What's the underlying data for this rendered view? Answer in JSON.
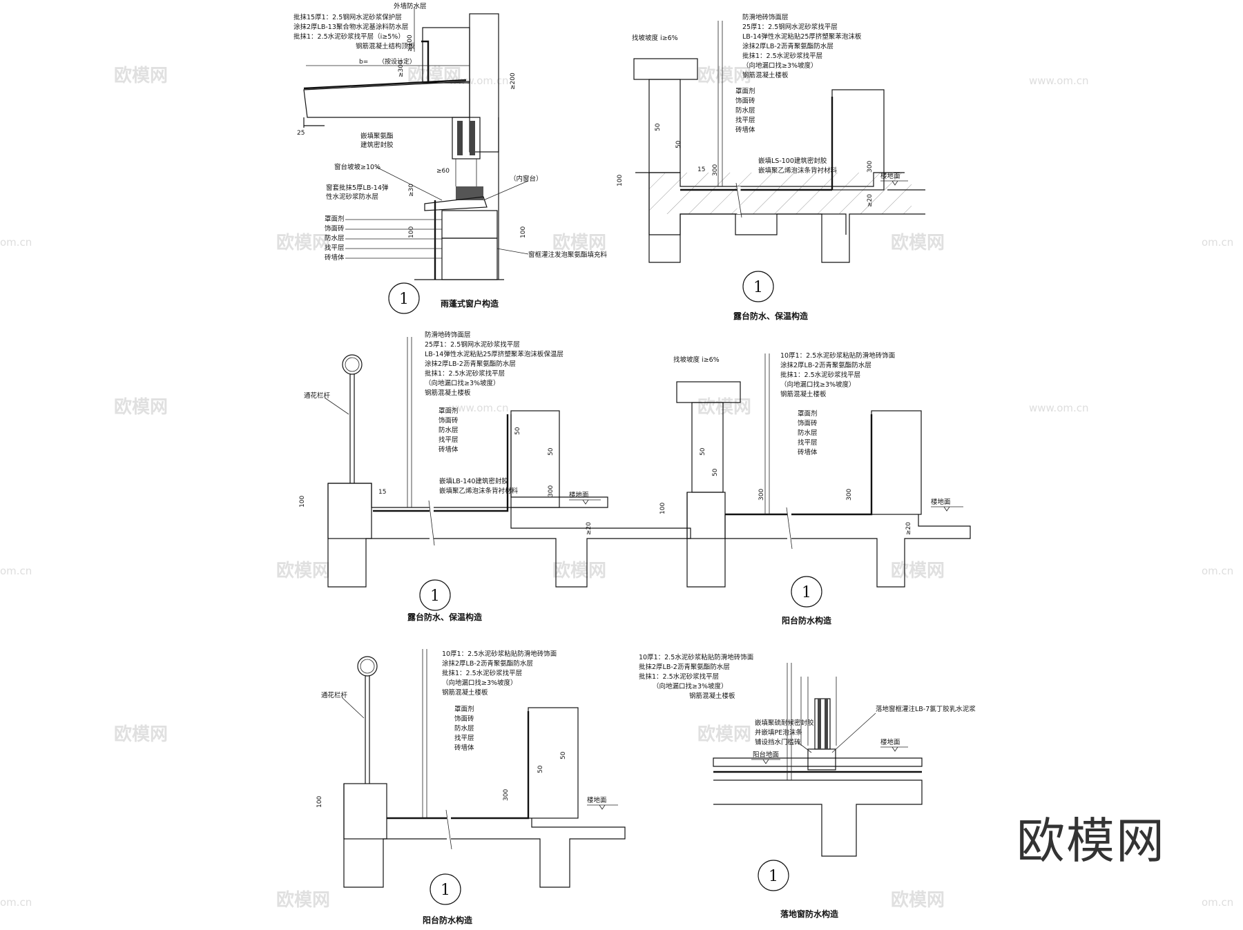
{
  "brand": "欧模网",
  "watermarks": {
    "text": "欧模网",
    "url": "www.om.cn",
    "url_short": "om.cn"
  },
  "details": [
    {
      "id": "canopy-window",
      "number": "1",
      "caption": "雨蓬式窗户构造",
      "labels_top": [
        "外墙防水层",
        "批抹15厚1：2.5钢网水泥砂浆保护层",
        "涂抹2厚LB-13聚合物水泥基涂料防水层",
        "批抹1：2.5水泥砂浆找平层（i≥5%）",
        "钢筋混凝土结构顶板"
      ],
      "labels_mid": [
        "嵌填聚氨酯",
        "建筑密封胶"
      ],
      "labels_sill": [
        "窗台坡坡≥10%",
        "窗套批抹5厚LB-14弹",
        "性水泥砂浆防水层"
      ],
      "labels_left": [
        "罩面剂",
        "饰面砖",
        "防水层",
        "找平层",
        "砖墙体"
      ],
      "label_inner": "（内窗台）",
      "label_foam": "窗框灌注发泡聚氨酯填充料",
      "dims": [
        "≥100",
        "≥300",
        "≥200",
        "b=",
        "（按设计定）",
        "25",
        "≥60",
        "≥30",
        "100",
        "100"
      ]
    },
    {
      "id": "terrace-1",
      "number": "1",
      "caption": "露台防水、保温构造",
      "slope": "找坡坡度 i≥6%",
      "labels_top": [
        "防滑地砖饰面层",
        "25厚1：2.5钢网水泥砂浆找平层",
        "LB-14弹性水泥粘贴25厚挤塑聚苯泡沫板",
        "涂抹2厚LB-2沥青聚氨酯防水层",
        "批抹1：2.5水泥砂浆找平层",
        "（向地漏口找≥3%坡度）",
        "钢筋混凝土楼板"
      ],
      "labels_right": [
        "罩面剂",
        "饰面砖",
        "防水层",
        "找平层",
        "砖墙体"
      ],
      "label_seal": [
        "嵌填LS-100建筑密封胶",
        "嵌填聚乙烯泡沫条背衬材料"
      ],
      "floor": "楼地面",
      "dims": [
        "50",
        "50",
        "15",
        "300",
        "300",
        "100",
        "≥20"
      ]
    },
    {
      "id": "terrace-2",
      "number": "1",
      "caption": "露台防水、保温构造",
      "railing": "通花栏杆",
      "labels_top": [
        "防滑地砖饰面层",
        "25厚1：2.5钢网水泥砂浆找平层",
        "LB-14弹性水泥粘贴25厚挤塑聚苯泡沫板保温层",
        "涂抹2厚LB-2沥青聚氨酯防水层",
        "批抹1：2.5水泥砂浆找平层",
        "（向地漏口找≥3%坡度）",
        "钢筋混凝土楼板"
      ],
      "labels_right": [
        "罩面剂",
        "饰面砖",
        "防水层",
        "找平层",
        "砖墙体"
      ],
      "label_seal": [
        "嵌填LB-140建筑密封胶",
        "嵌填聚乙烯泡沫条背衬材料"
      ],
      "floor": "楼地面",
      "dims": [
        "50",
        "50",
        "15",
        "300",
        "100",
        "≥20"
      ]
    },
    {
      "id": "balcony-1",
      "number": "1",
      "caption": "阳台防水构造",
      "slope": "找坡坡度 i≥6%",
      "labels_top": [
        "10厚1：2.5水泥砂浆粘贴防滑地砖饰面",
        "涂抹2厚LB-2沥青聚氨酯防水层",
        "批抹1：2.5水泥砂浆找平层",
        "（向地漏口找≥3%坡度）",
        "钢筋混凝土楼板"
      ],
      "labels_right": [
        "罩面剂",
        "饰面砖",
        "防水层",
        "找平层",
        "砖墙体"
      ],
      "floor": "楼地面",
      "dims": [
        "50",
        "50",
        "300",
        "300",
        "100",
        "≥20"
      ]
    },
    {
      "id": "balcony-2",
      "number": "1",
      "caption": "阳台防水构造",
      "railing": "通花栏杆",
      "labels_top": [
        "10厚1：2.5水泥砂浆粘贴防滑地砖饰面",
        "涂抹2厚LB-2沥青聚氨酯防水层",
        "批抹1：2.5水泥砂浆找平层",
        "（向地漏口找≥3%坡度）",
        "钢筋混凝土楼板"
      ],
      "labels_right": [
        "罩面剂",
        "饰面砖",
        "防水层",
        "找平层",
        "砖墙体"
      ],
      "floor": "楼地面",
      "dims": [
        "50",
        "50",
        "300",
        "100"
      ]
    },
    {
      "id": "french-window",
      "number": "1",
      "caption": "落地窗防水构造",
      "labels_top": [
        "10厚1：2.5水泥砂浆粘贴防滑地砖饰面",
        "批抹2厚LB-2沥青聚氨酯防水层",
        "批抹1：2.5水泥砂浆找平层",
        "（向地漏口找≥3%坡度）",
        "钢筋混凝土楼板"
      ],
      "labels_mid": [
        "嵌填聚硫耐候密封胶",
        "并嵌填PE泡沫条",
        "铺设挡水门槛砖"
      ],
      "label_frame": "落地窗框灌注LB-7氯丁胶乳水泥浆",
      "balcony_floor": "阳台地面",
      "floor": "楼地面"
    }
  ]
}
